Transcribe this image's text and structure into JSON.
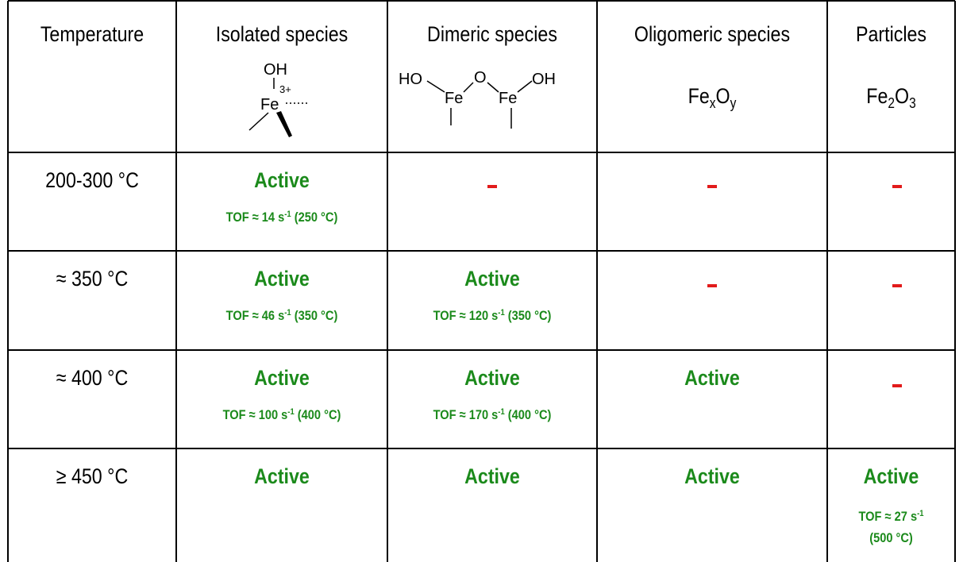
{
  "headers": {
    "temperature": "Temperature",
    "isolated": "Isolated species",
    "dimeric": "Dimeric species",
    "oligomeric": "Oligomeric species",
    "particles": "Particles"
  },
  "structures": {
    "isolated": {
      "oh": "OH",
      "charge": "3+",
      "fe": "Fe"
    },
    "dimeric": {
      "ho": "HO",
      "fe_left": "Fe",
      "o": "O",
      "fe_right": "Fe",
      "oh": "OH"
    },
    "oligomeric_formula": {
      "base": "Fe",
      "sub1": "x",
      "mid": "O",
      "sub2": "y"
    },
    "particles_formula": {
      "base": "Fe",
      "sub1": "2",
      "mid": "O",
      "sub2": "3"
    }
  },
  "rows": [
    {
      "temperature": "200-300 °C",
      "isolated": {
        "status": "Active",
        "tof_pre": "TOF ≈ 14 s",
        "tof_sup": "-1",
        "tof_post": " (250 °C)"
      },
      "dimeric": "-",
      "oligomeric": "-",
      "particles": "-"
    },
    {
      "temperature": "≈ 350 °C",
      "isolated": {
        "status": "Active",
        "tof_pre": "TOF ≈ 46 s",
        "tof_sup": "-1",
        "tof_post": " (350 °C)"
      },
      "dimeric": {
        "status": "Active",
        "tof_pre": "TOF ≈ 120 s",
        "tof_sup": "-1",
        "tof_post": " (350 °C)"
      },
      "oligomeric": "-",
      "particles": "-"
    },
    {
      "temperature": "≈ 400 °C",
      "isolated": {
        "status": "Active",
        "tof_pre": "TOF ≈ 100 s",
        "tof_sup": "-1",
        "tof_post": " (400 °C)"
      },
      "dimeric": {
        "status": "Active",
        "tof_pre": "TOF ≈ 170 s",
        "tof_sup": "-1",
        "tof_post": " (400 °C)"
      },
      "oligomeric": {
        "status": "Active"
      },
      "particles": "-"
    },
    {
      "temperature": "≥ 450 °C",
      "isolated": {
        "status": "Active"
      },
      "dimeric": {
        "status": "Active"
      },
      "oligomeric": {
        "status": "Active"
      },
      "particles": {
        "status": "Active",
        "tof_pre": "TOF ≈ 27 s",
        "tof_sup": "-1",
        "tof_post": "(500 °C)"
      }
    }
  ],
  "colors": {
    "active": "#1b8a1b",
    "inactive_dash": "#e21b1b",
    "grid": "#000000"
  }
}
